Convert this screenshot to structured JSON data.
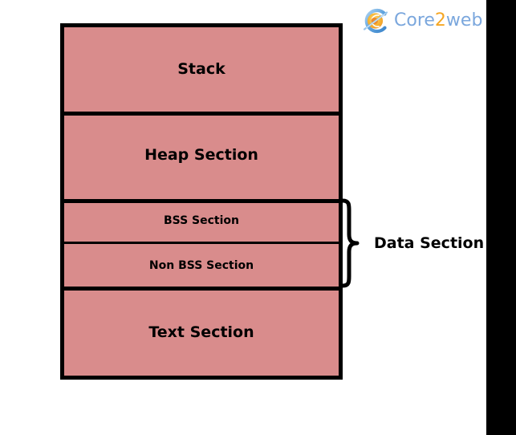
{
  "logo": {
    "icon_name": "core2web-logo-icon",
    "text_part1": "Core",
    "text_part2": "2",
    "text_part3": "web",
    "color_blue": "#7BA7DD",
    "color_orange": "#F5A623"
  },
  "diagram": {
    "title": "process-memory-layout",
    "fill_color": "#D98C8C",
    "border_color": "#000000",
    "segments": [
      {
        "id": "stack",
        "label": "Stack",
        "size": "large",
        "border_style": "solid-top-dashed-sides"
      },
      {
        "id": "heap",
        "label": "Heap Section",
        "size": "large",
        "border_style": "dashed-sides"
      },
      {
        "id": "bss",
        "label": "BSS Section",
        "size": "small",
        "border_style": "solid"
      },
      {
        "id": "non-bss",
        "label": "Non BSS Section",
        "size": "small",
        "border_style": "solid"
      },
      {
        "id": "text",
        "label": "Text Section",
        "size": "large",
        "border_style": "solid"
      }
    ],
    "annotation": {
      "brace_name": "right-curly-brace",
      "label": "Data Section",
      "spans": [
        "bss",
        "non-bss"
      ]
    }
  },
  "right_bar": {
    "color": "#000000"
  }
}
